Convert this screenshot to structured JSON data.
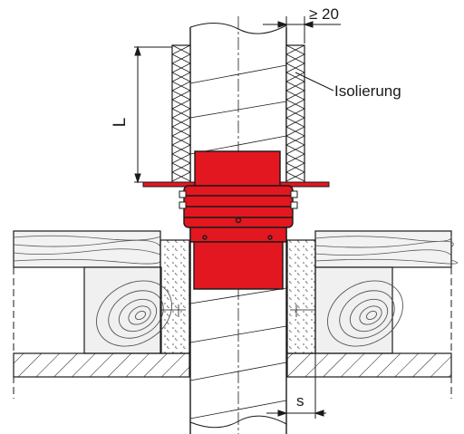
{
  "labels": {
    "gap_dimension": "≥ 20",
    "insulation": "Isolierung",
    "length": "L",
    "spacing": "s"
  },
  "colors": {
    "collar_red": "#e3171f",
    "concrete_fill": "#e9e9e9",
    "wood_fill": "#f0f0f0",
    "slab_fill": "#d8d8d8",
    "line": "#1a1a1a"
  }
}
